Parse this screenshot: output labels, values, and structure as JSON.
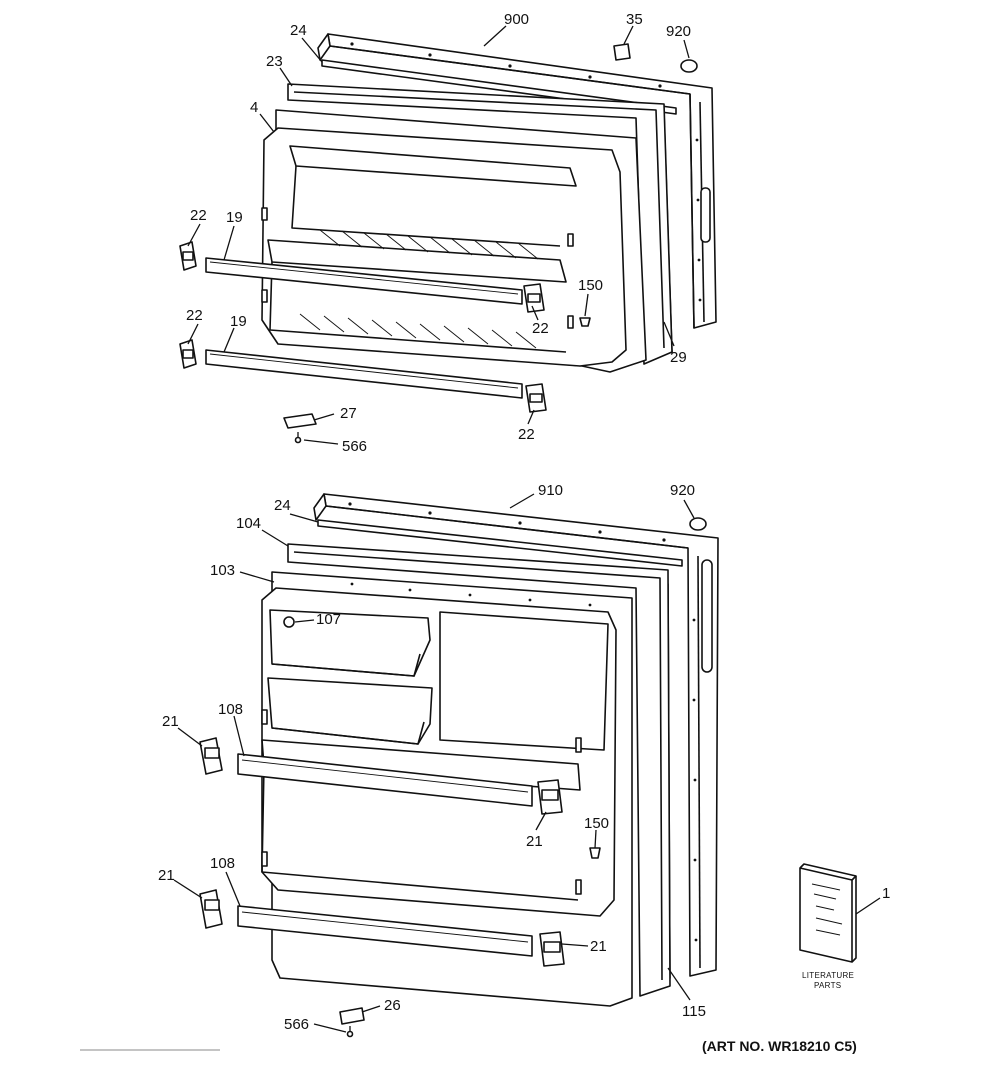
{
  "diagram": {
    "top_assembly": {
      "callouts": [
        {
          "id": "900",
          "label": "900"
        },
        {
          "id": "35",
          "label": "35"
        },
        {
          "id": "920a",
          "label": "920"
        },
        {
          "id": "24a",
          "label": "24"
        },
        {
          "id": "23",
          "label": "23"
        },
        {
          "id": "4",
          "label": "4"
        },
        {
          "id": "22a",
          "label": "22"
        },
        {
          "id": "19a",
          "label": "19"
        },
        {
          "id": "150a",
          "label": "150"
        },
        {
          "id": "22b",
          "label": "22"
        },
        {
          "id": "29",
          "label": "29"
        },
        {
          "id": "22c",
          "label": "22"
        },
        {
          "id": "19b",
          "label": "19"
        },
        {
          "id": "22d",
          "label": "22"
        },
        {
          "id": "27",
          "label": "27"
        },
        {
          "id": "566a",
          "label": "566"
        }
      ]
    },
    "bottom_assembly": {
      "callouts": [
        {
          "id": "910",
          "label": "910"
        },
        {
          "id": "920b",
          "label": "920"
        },
        {
          "id": "24b",
          "label": "24"
        },
        {
          "id": "104",
          "label": "104"
        },
        {
          "id": "103",
          "label": "103"
        },
        {
          "id": "107",
          "label": "107"
        },
        {
          "id": "21a",
          "label": "21"
        },
        {
          "id": "108a",
          "label": "108"
        },
        {
          "id": "150b",
          "label": "150"
        },
        {
          "id": "21b",
          "label": "21"
        },
        {
          "id": "21c",
          "label": "21"
        },
        {
          "id": "108b",
          "label": "108"
        },
        {
          "id": "21d",
          "label": "21"
        },
        {
          "id": "115",
          "label": "115"
        },
        {
          "id": "26",
          "label": "26"
        },
        {
          "id": "566b",
          "label": "566"
        },
        {
          "id": "1",
          "label": "1"
        }
      ]
    },
    "literature_parts": {
      "line1": "LITERATURE",
      "line2": "PARTS"
    },
    "art_number": "(ART NO. WR18210 C5)"
  }
}
